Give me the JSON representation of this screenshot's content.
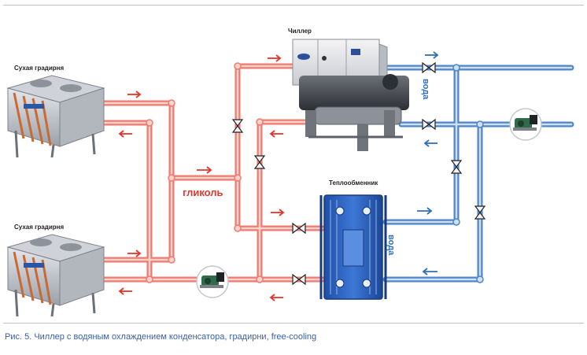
{
  "labels": {
    "dry_cooler_top": "Сухая градирня",
    "dry_cooler_bottom": "Сухая градирня",
    "chiller": "Чиллер",
    "heat_exchanger": "Теплообменник",
    "glycol": "гликоль",
    "water_top": "вода",
    "water_bottom": "вода"
  },
  "caption": "Рис. 5. Чиллер с водяным охлаждением конденсатора, градирни, free-cooling",
  "colors": {
    "glycol_pipe": "#f07a6f",
    "glycol_pipe_core": "#fbd3cd",
    "glycol_arrow": "#e3352b",
    "water_pipe": "#4f86c9",
    "water_pipe_core": "#cfe0f3",
    "water_arrow": "#2f6fb7",
    "caption_text": "#3a5fa8"
  },
  "icons": [
    "dry-cooler-icon",
    "chiller-icon",
    "plate-heat-exchanger-icon",
    "pump-icon",
    "valve-icon",
    "flow-arrow-icon"
  ]
}
